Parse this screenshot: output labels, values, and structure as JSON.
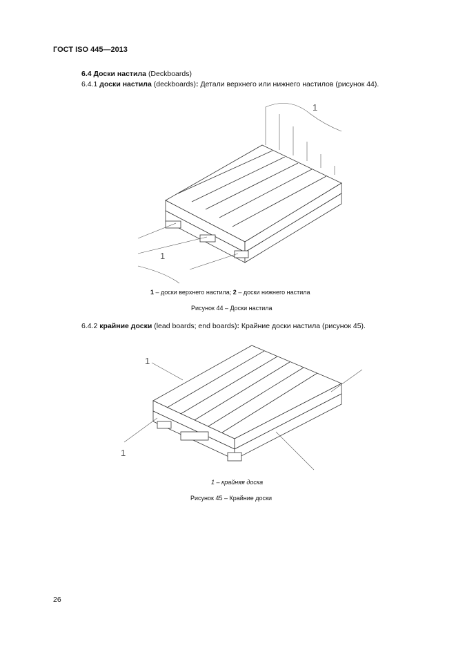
{
  "header": "ГОСТ ISO 445—2013",
  "section": {
    "number": "6.4",
    "title": "Доски настила",
    "title_en": "(Deckboards)"
  },
  "clause1": {
    "number": "6.4.1",
    "term": "доски настила",
    "term_en": "(deckboards)",
    "colon": ":",
    "text": "Детали верхнего  или  нижнего настилов  (рисунок  44)."
  },
  "fig44": {
    "label_top": "1",
    "label_bottom": "1",
    "legend_1_num": "1",
    "legend_1": " – доски верхнего настила; ",
    "legend_2_num": "2",
    "legend_2": " – доски нижнего настила",
    "caption": "Рисунок  44 –  Доски  настила"
  },
  "clause2": {
    "number": "6.4.2",
    "term": "крайние доски",
    "term_en": "(lead boards; end boards)",
    "colon": ":",
    "text": "Крайние  доски настила  (рисунок  45)."
  },
  "fig45": {
    "label_left_top": "1",
    "label_left_bottom": "1",
    "legend": "1 – крайняя доска",
    "caption": "Рисунок  45 –  Крайние доски"
  },
  "page_number": "26"
}
